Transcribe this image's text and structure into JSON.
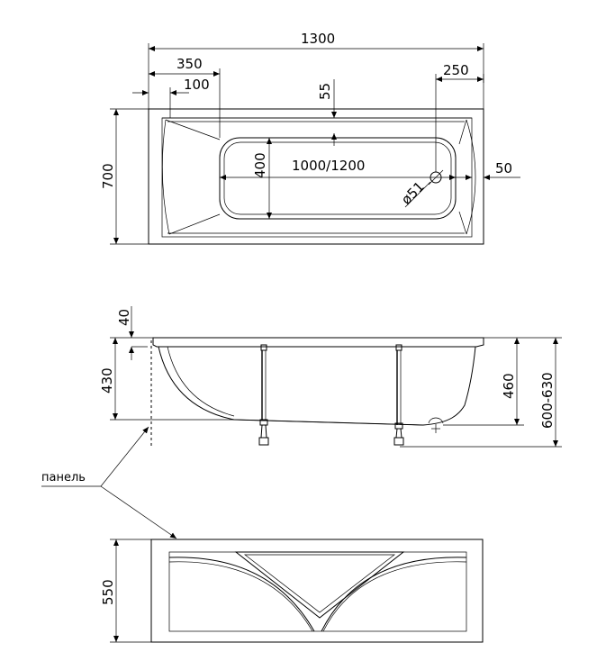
{
  "top_view": {
    "overall_length": "1300",
    "left_offset": "350",
    "small_offset": "100",
    "top_margin": "55",
    "right_offset": "250",
    "width": "700",
    "basin_width": "400",
    "basin_length": "1000/1200",
    "drain_diameter": "ø51",
    "rim_gap": "50"
  },
  "side_view": {
    "rim_thickness": "40",
    "tub_height": "430",
    "depth": "460",
    "total_height": "600-630"
  },
  "panel_view": {
    "panel_label": "панель",
    "panel_height": "550"
  }
}
